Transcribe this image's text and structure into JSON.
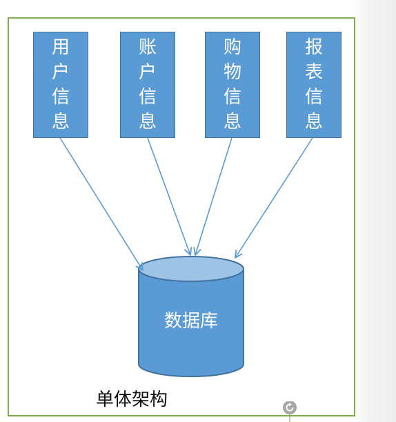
{
  "nodes": [
    {
      "id": "user-info",
      "label": "用户信息"
    },
    {
      "id": "account-info",
      "label": "账户信息"
    },
    {
      "id": "shopping-info",
      "label": "购物信息"
    },
    {
      "id": "report-info",
      "label": "报表信息"
    }
  ],
  "database": {
    "label": "数据库"
  },
  "caption": "单体架构",
  "colors": {
    "node_fill": "#5b9bd5",
    "node_border": "#41719c",
    "db_top": "#9dc3e6",
    "arrow": "#5b9bd5",
    "frame_border": "#7fae4e"
  }
}
